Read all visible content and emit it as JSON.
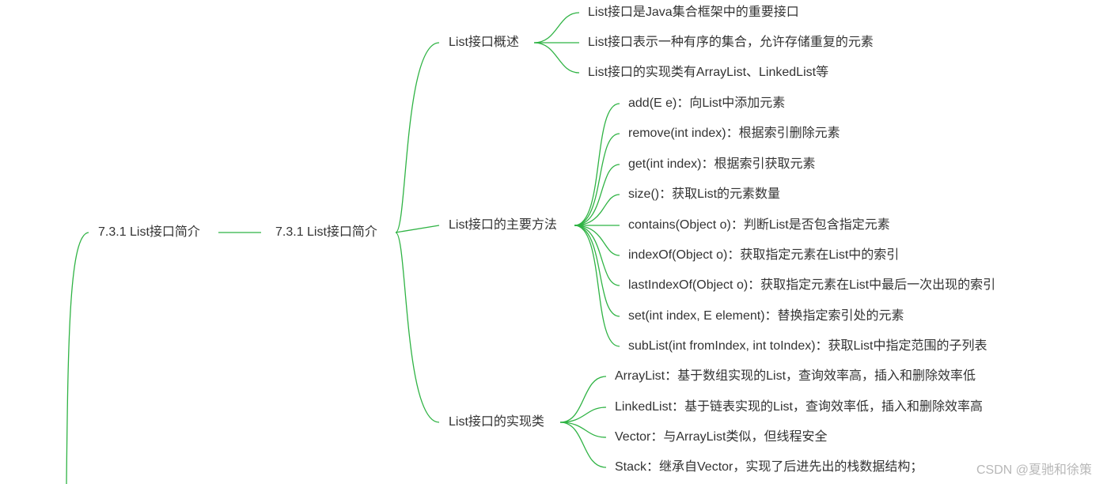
{
  "theme": {
    "line_color": "#2fb344",
    "text_color": "#333333"
  },
  "mindmap": {
    "root": "7.3.1 List接口简介",
    "level1": "7.3.1 List接口简介",
    "branches": [
      {
        "label": "List接口概述",
        "items": [
          "List接口是Java集合框架中的重要接口",
          "List接口表示一种有序的集合，允许存储重复的元素",
          "List接口的实现类有ArrayList、LinkedList等"
        ]
      },
      {
        "label": "List接口的主要方法",
        "items": [
          "add(E e)：向List中添加元素",
          "remove(int index)：根据索引删除元素",
          "get(int index)：根据索引获取元素",
          "size()：获取List的元素数量",
          "contains(Object o)：判断List是否包含指定元素",
          "indexOf(Object o)：获取指定元素在List中的索引",
          "lastIndexOf(Object o)：获取指定元素在List中最后一次出现的索引",
          "set(int index, E element)：替换指定索引处的元素",
          "subList(int fromIndex, int toIndex)：获取List中指定范围的子列表"
        ]
      },
      {
        "label": "List接口的实现类",
        "items": [
          "ArrayList：基于数组实现的List，查询效率高，插入和删除效率低",
          "LinkedList：基于链表实现的List，查询效率低，插入和删除效率高",
          "Vector：与ArrayList类似，但线程安全",
          "Stack：继承自Vector，实现了后进先出的栈数据结构；"
        ]
      }
    ]
  },
  "watermark": "CSDN @夏驰和徐策"
}
